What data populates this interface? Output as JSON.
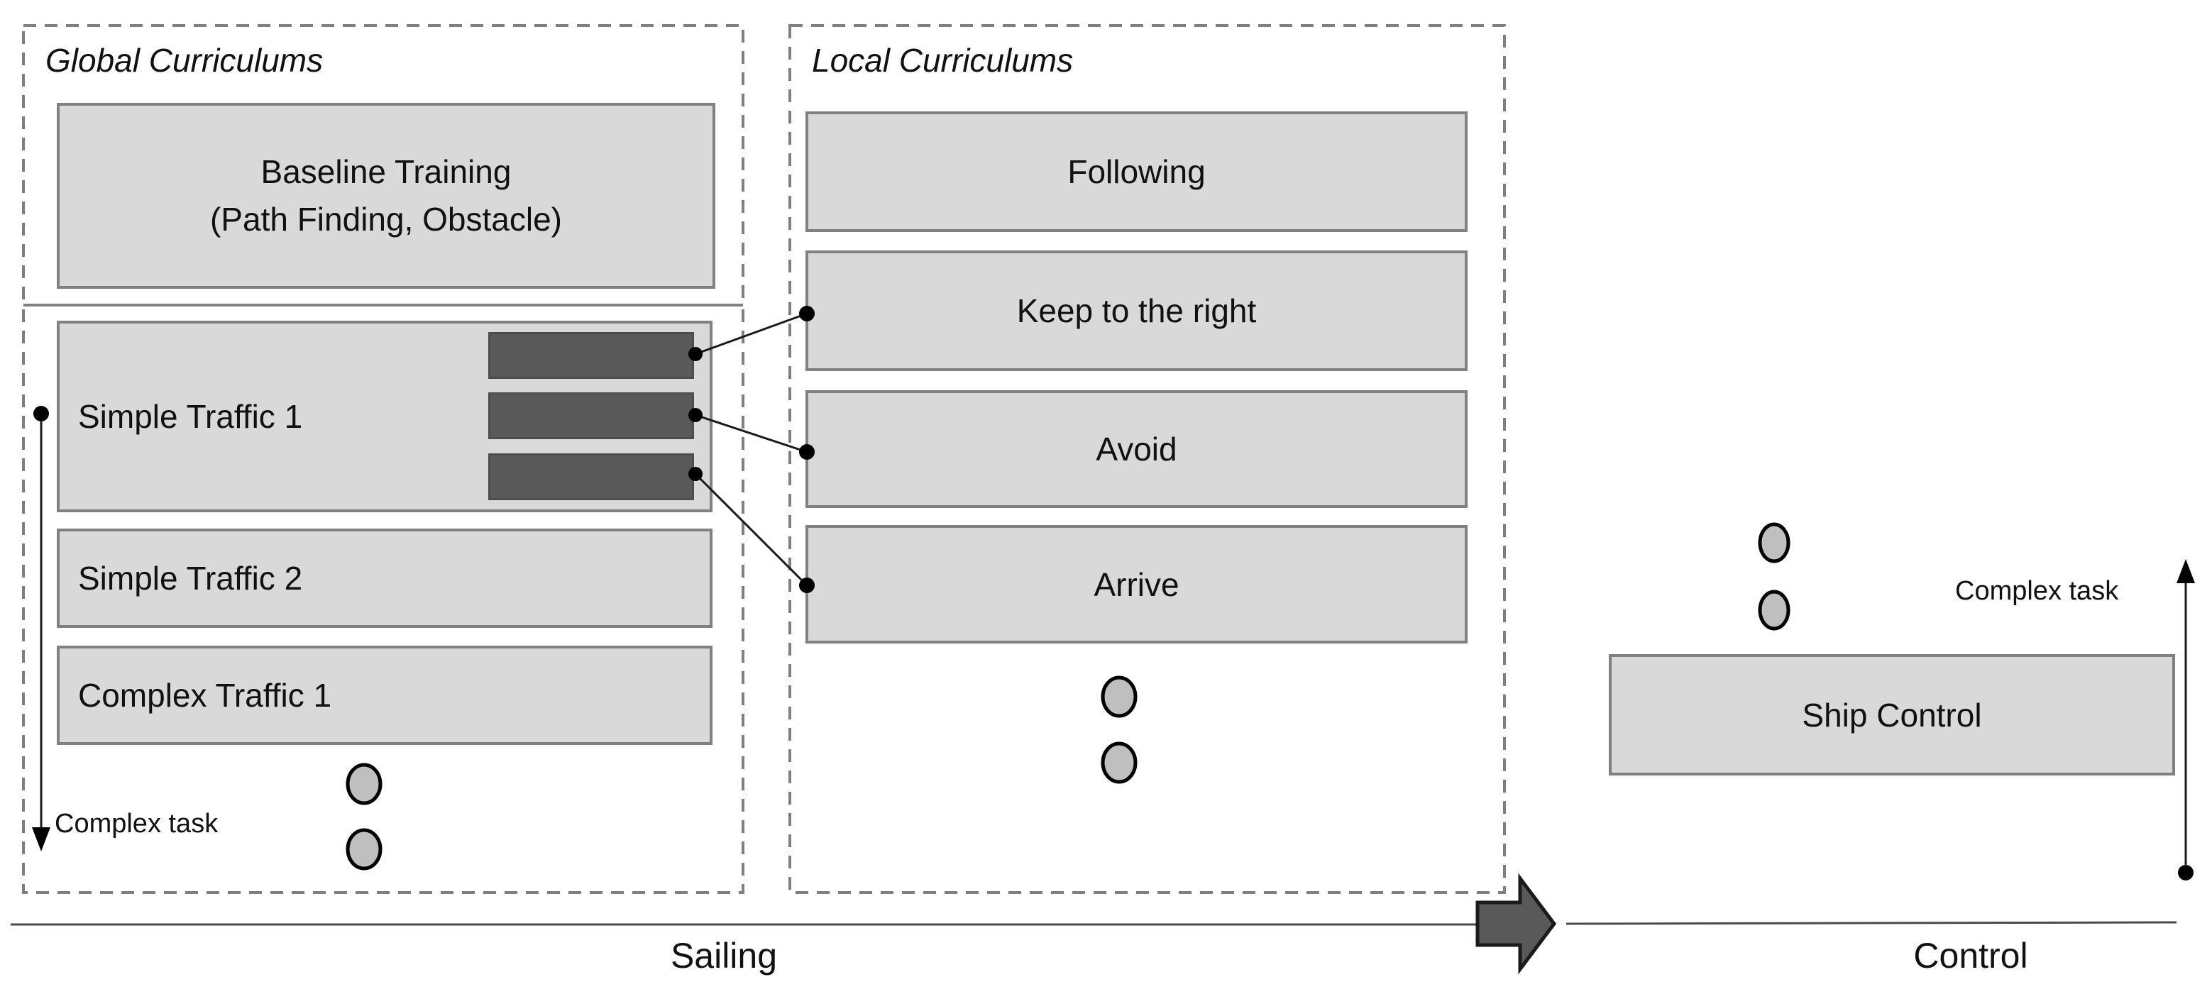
{
  "figure": {
    "type": "curriculum-learning-diagram"
  },
  "colors": {
    "background": "#ffffff",
    "box_fill": "#d9d9d9",
    "box_border": "#808080",
    "dashed_border": "#808080",
    "dark_bar_fill": "#595959",
    "big_arrow_fill": "#595959",
    "ellipsis_dot_fill": "#bfbfbf",
    "text": "#111111"
  },
  "global_curriculums": {
    "title": "Global Curriculums",
    "baseline_box": {
      "line1": "Baseline Training",
      "line2": "(Path Finding, Obstacle)"
    },
    "stages": [
      {
        "label": "Simple Traffic 1",
        "sub_task_bars": 3
      },
      {
        "label": "Simple Traffic 2",
        "sub_task_bars": 0
      },
      {
        "label": "Complex Traffic 1",
        "sub_task_bars": 0
      }
    ],
    "complex_task_label": "Complex task"
  },
  "local_curriculums": {
    "title": "Local Curriculums",
    "tasks": [
      {
        "label": "Following"
      },
      {
        "label": "Keep to the right"
      },
      {
        "label": "Avoid"
      },
      {
        "label": "Arrive"
      }
    ]
  },
  "control_section": {
    "ship_control_label": "Ship Control",
    "complex_task_label": "Complex task"
  },
  "footer": {
    "sailing_label": "Sailing",
    "control_label": "Control"
  },
  "connections": [
    {
      "from": "Simple Traffic 1 sub-task 1",
      "to": "Keep to the right"
    },
    {
      "from": "Simple Traffic 1 sub-task 2",
      "to": "Avoid"
    },
    {
      "from": "Simple Traffic 1 sub-task 3",
      "to": "Arrive"
    },
    {
      "from": "Simple Traffic 1",
      "to": "Complex task (down arrow, global)"
    },
    {
      "from": "Control baseline",
      "to": "Complex task (up arrow, control)"
    }
  ]
}
